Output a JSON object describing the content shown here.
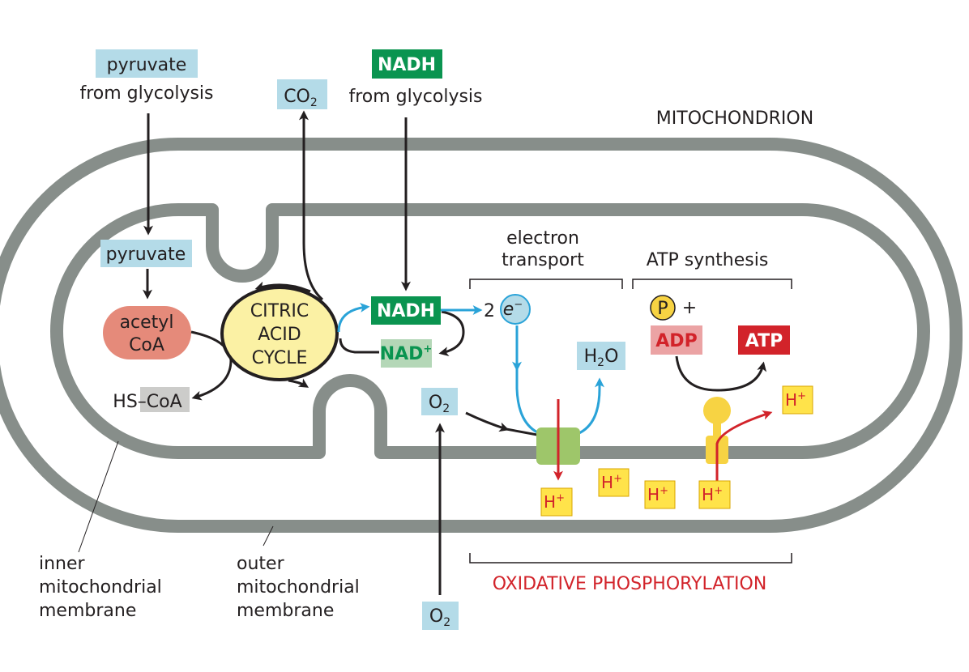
{
  "labels": {
    "pyruvate_top": "pyruvate",
    "from_glycolysis_left": "from glycolysis",
    "co2": "CO",
    "co2_sub": "2",
    "nadh_top": "NADH",
    "from_glycolysis_right": "from glycolysis",
    "mitochondrion": "MITOCHONDRION",
    "pyruvate_inner": "pyruvate",
    "acetyl_line1": "acetyl",
    "acetyl_line2": "CoA",
    "hs_coa": "HS–CoA",
    "citric_line1": "CITRIC",
    "citric_line2": "ACID",
    "citric_line3": "CYCLE",
    "nadh_inner": "NADH",
    "nad_plus": "NAD",
    "nad_plus_sup": "+",
    "electron_line1": "electron",
    "electron_line2": "transport",
    "two": "2",
    "electron_symbol": "e",
    "electron_sup": "−",
    "atp_synthesis": "ATP synthesis",
    "phosphate": "P",
    "plus": "+",
    "adp": "ADP",
    "atp": "ATP",
    "h2o_h": "H",
    "h2o_sub": "2",
    "h2o_o": "O",
    "o2_inner": "O",
    "o2_inner_sub": "2",
    "o2_bottom": "O",
    "o2_bottom_sub": "2",
    "h": "H",
    "h_sup": "+",
    "inner_line1": "inner",
    "inner_line2": "mitochondrial",
    "inner_line3": "membrane",
    "outer_line1": "outer",
    "outer_line2": "mitochondrial",
    "outer_line3": "membrane",
    "oxidative": "OXIDATIVE PHOSPHORYLATION"
  },
  "colors": {
    "membrane": "#878e8a",
    "light_blue": "#b4dbe8",
    "dark_green": "#0a9450",
    "light_green": "#b4d7b7",
    "salmon": "#e58a7a",
    "pale_yellow": "#fbf1a4",
    "grey_box": "#ccccca",
    "pink_box": "#eba3a4",
    "red_box": "#d2232a",
    "yellow_box": "#ffe34a",
    "blue_arrow": "#2aa3d8",
    "red_arrow": "#d2232a",
    "green_complex": "#9ec66a",
    "gold": "#f7d343",
    "black": "#231f20"
  }
}
